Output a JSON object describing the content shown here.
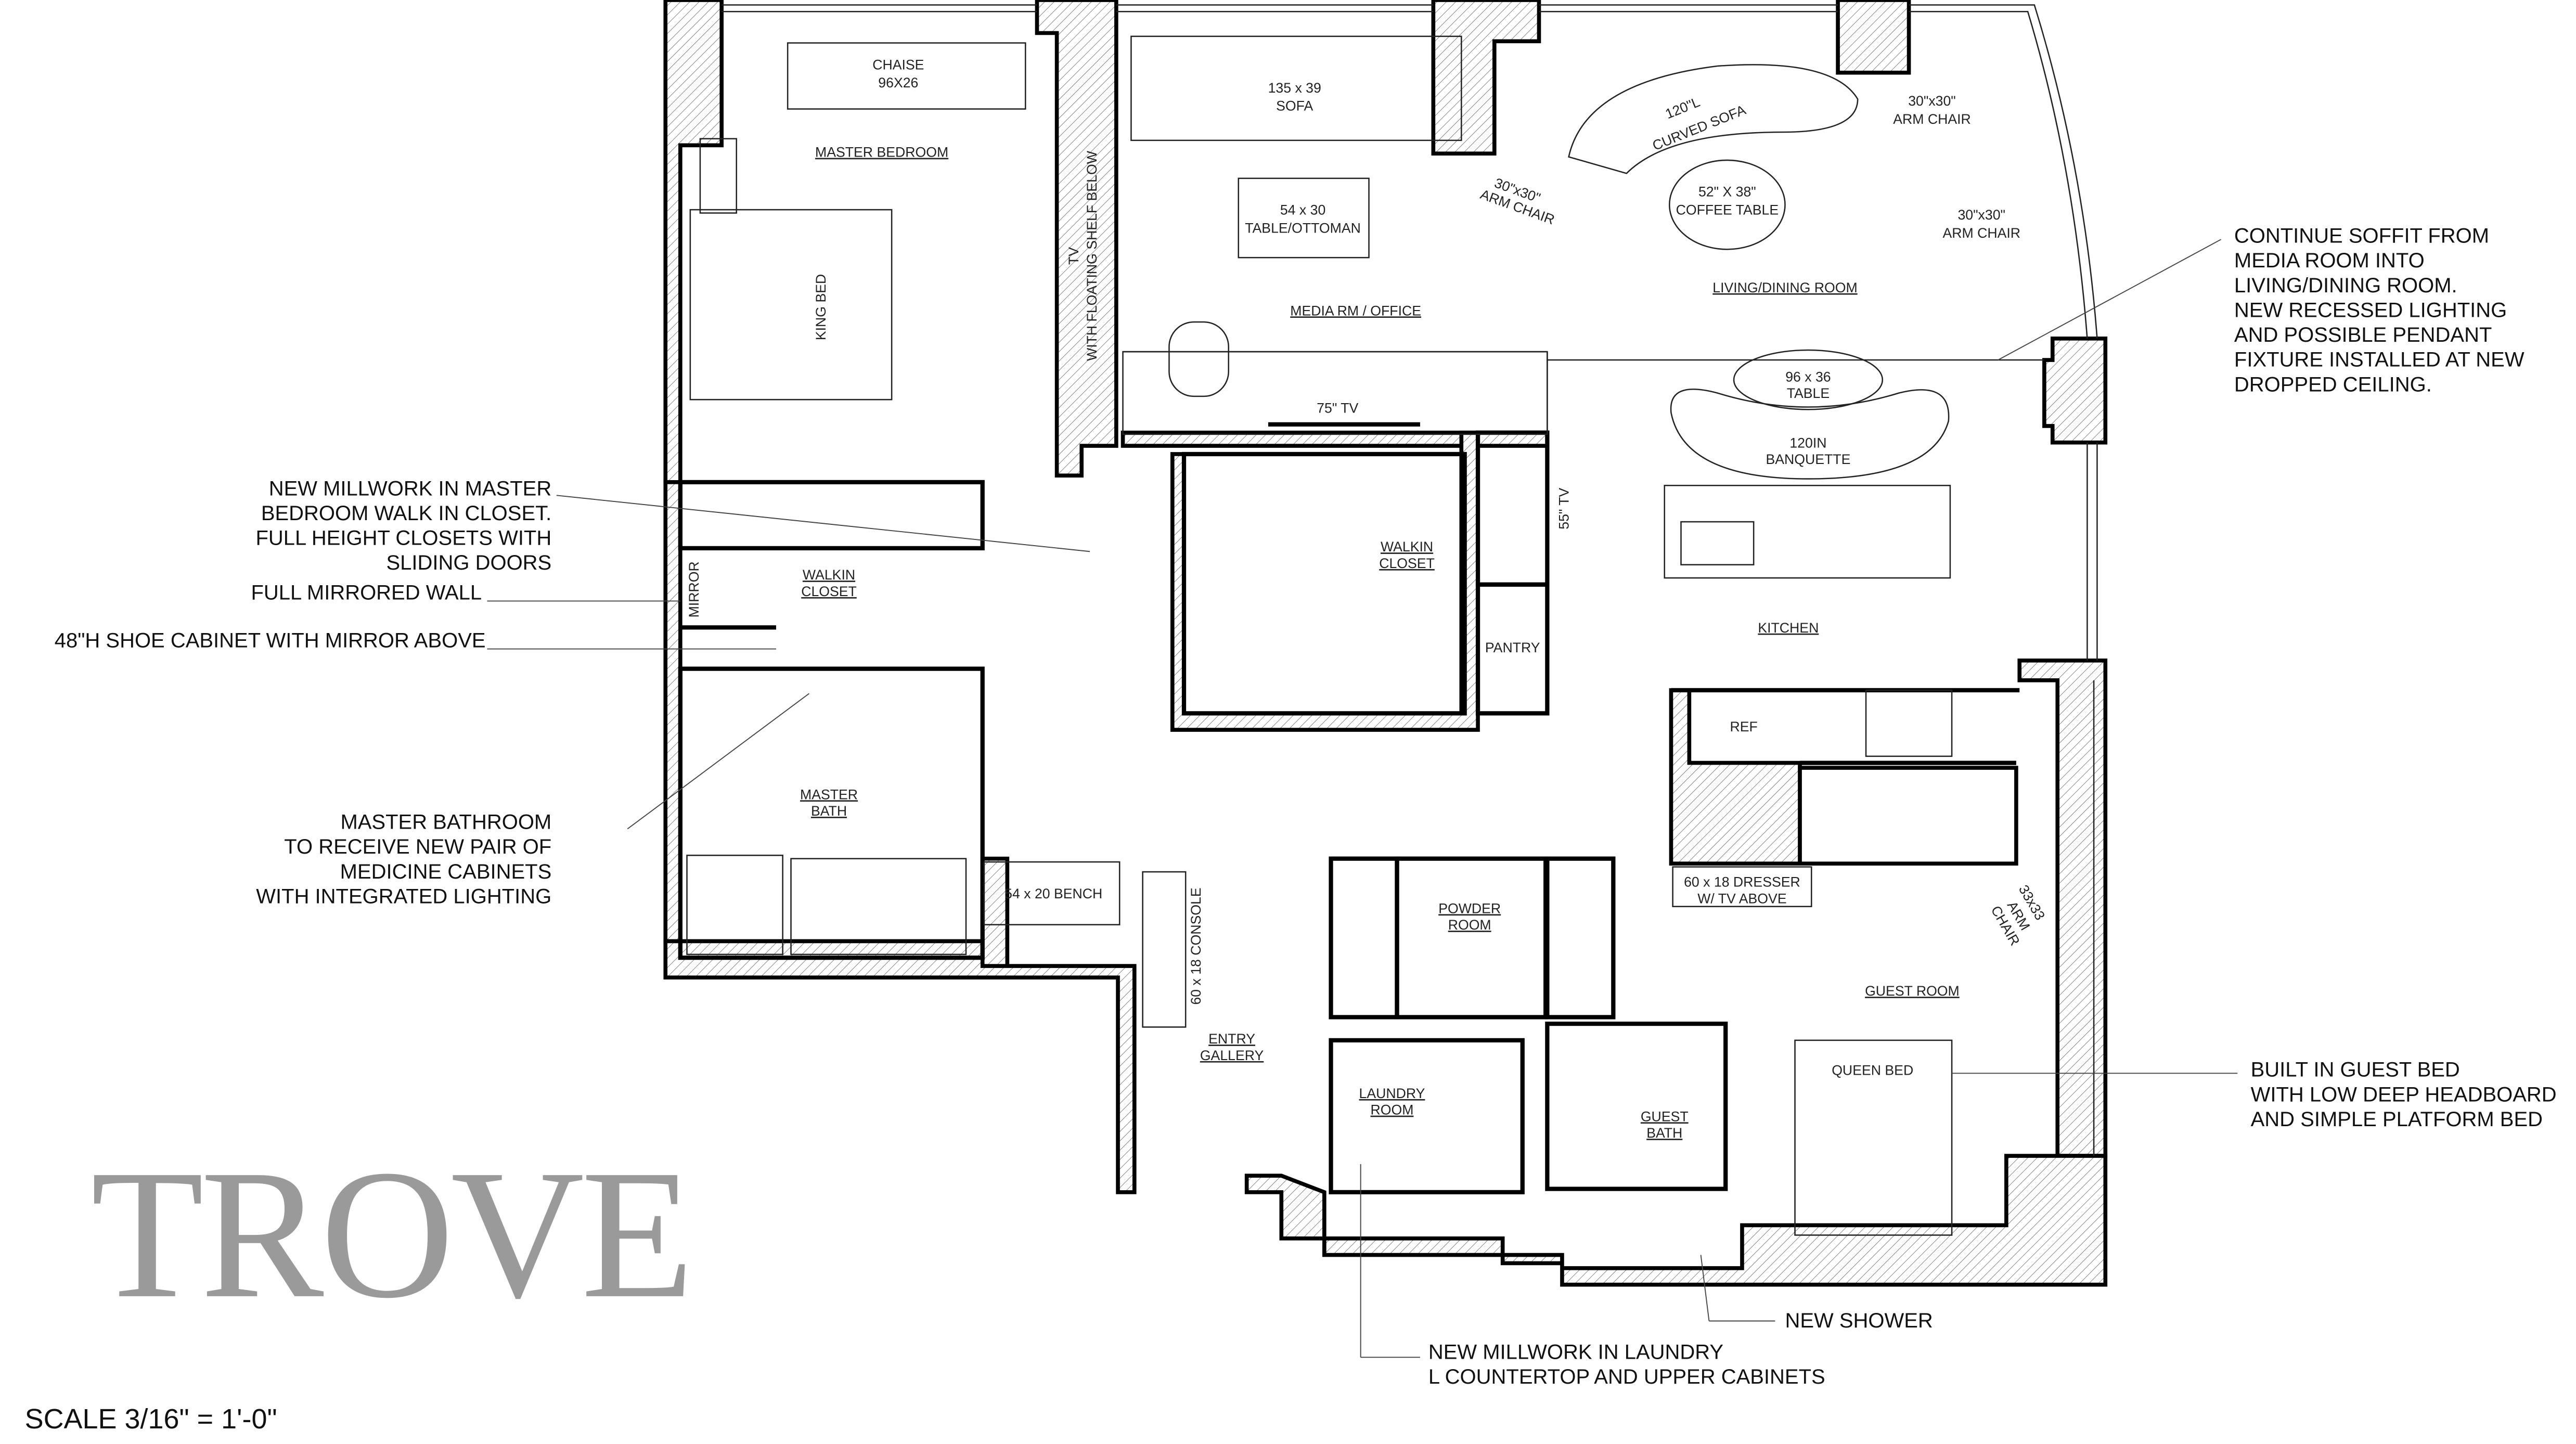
{
  "logo": "TROVE",
  "scale_label": "SCALE 3/16\" = 1'-0\"",
  "rooms": {
    "master_bedroom": "MASTER BEDROOM",
    "chaise": [
      "CHAISE",
      "96X26"
    ],
    "king_bed": "KING BED",
    "tv_shelf": [
      "TV",
      "WITH FLOATING SHELF BELOW"
    ],
    "sofa": [
      "135 x 39",
      "SOFA"
    ],
    "ottoman": [
      "54 x 30",
      "TABLE/OTTOMAN"
    ],
    "media_room": "MEDIA RM / OFFICE",
    "tv_75": "75\" TV",
    "curved_sofa": [
      "120\"L",
      "CURVED SOFA"
    ],
    "coffee_table": [
      "52\" X 38\"",
      "COFFEE TABLE"
    ],
    "arm_chair": [
      "30\"x30\"",
      "ARM CHAIR"
    ],
    "living_dining": "LIVING/DINING ROOM",
    "dining_table": [
      "96 x 36",
      "TABLE"
    ],
    "banquette": [
      "120IN",
      "BANQUETTE"
    ],
    "tv_55": "55\" TV",
    "walkin_closet": [
      "WALKIN",
      "CLOSET"
    ],
    "mirror": "MIRROR",
    "pantry": "PANTRY",
    "kitchen": "KITCHEN",
    "ref": "REF",
    "master_bath": [
      "MASTER",
      "BATH"
    ],
    "bench": "54 x 20 BENCH",
    "console": "60 x 18 CONSOLE",
    "entry_gallery": [
      "ENTRY",
      "GALLERY"
    ],
    "powder_room": [
      "POWDER",
      "ROOM"
    ],
    "dresser": [
      "60 x 18 DRESSER",
      "W/ TV ABOVE"
    ],
    "guest_arm_chair": [
      "33x33",
      "ARM",
      "CHAIR"
    ],
    "guest_room": "GUEST ROOM",
    "laundry_room": [
      "LAUNDRY",
      "ROOM"
    ],
    "guest_bath": [
      "GUEST",
      "BATH"
    ],
    "queen_bed": "QUEEN BED"
  },
  "notes": {
    "millwork_master": [
      "NEW MILLWORK IN MASTER",
      "BEDROOM WALK IN CLOSET.",
      "FULL HEIGHT CLOSETS WITH",
      "SLIDING DOORS"
    ],
    "mirrored_wall": "FULL MIRRORED WALL",
    "shoe_cabinet": "48\"H SHOE CABINET WITH MIRROR ABOVE",
    "master_bathroom": [
      "MASTER BATHROOM",
      "TO RECEIVE NEW PAIR OF",
      "MEDICINE CABINETS",
      "WITH INTEGRATED LIGHTING"
    ],
    "soffit": [
      "CONTINUE SOFFIT FROM",
      "MEDIA ROOM INTO",
      "LIVING/DINING ROOM.",
      "NEW RECESSED LIGHTING",
      "AND POSSIBLE PENDANT",
      "FIXTURE INSTALLED AT NEW",
      "DROPPED CEILING."
    ],
    "guest_bed": [
      "BUILT IN GUEST BED",
      "WITH LOW DEEP HEADBOARD",
      "AND SIMPLE PLATFORM BED"
    ],
    "new_shower": "NEW SHOWER",
    "laundry_millwork": [
      "NEW MILLWORK IN LAUNDRY",
      "L COUNTERTOP AND UPPER CABINETS"
    ]
  }
}
